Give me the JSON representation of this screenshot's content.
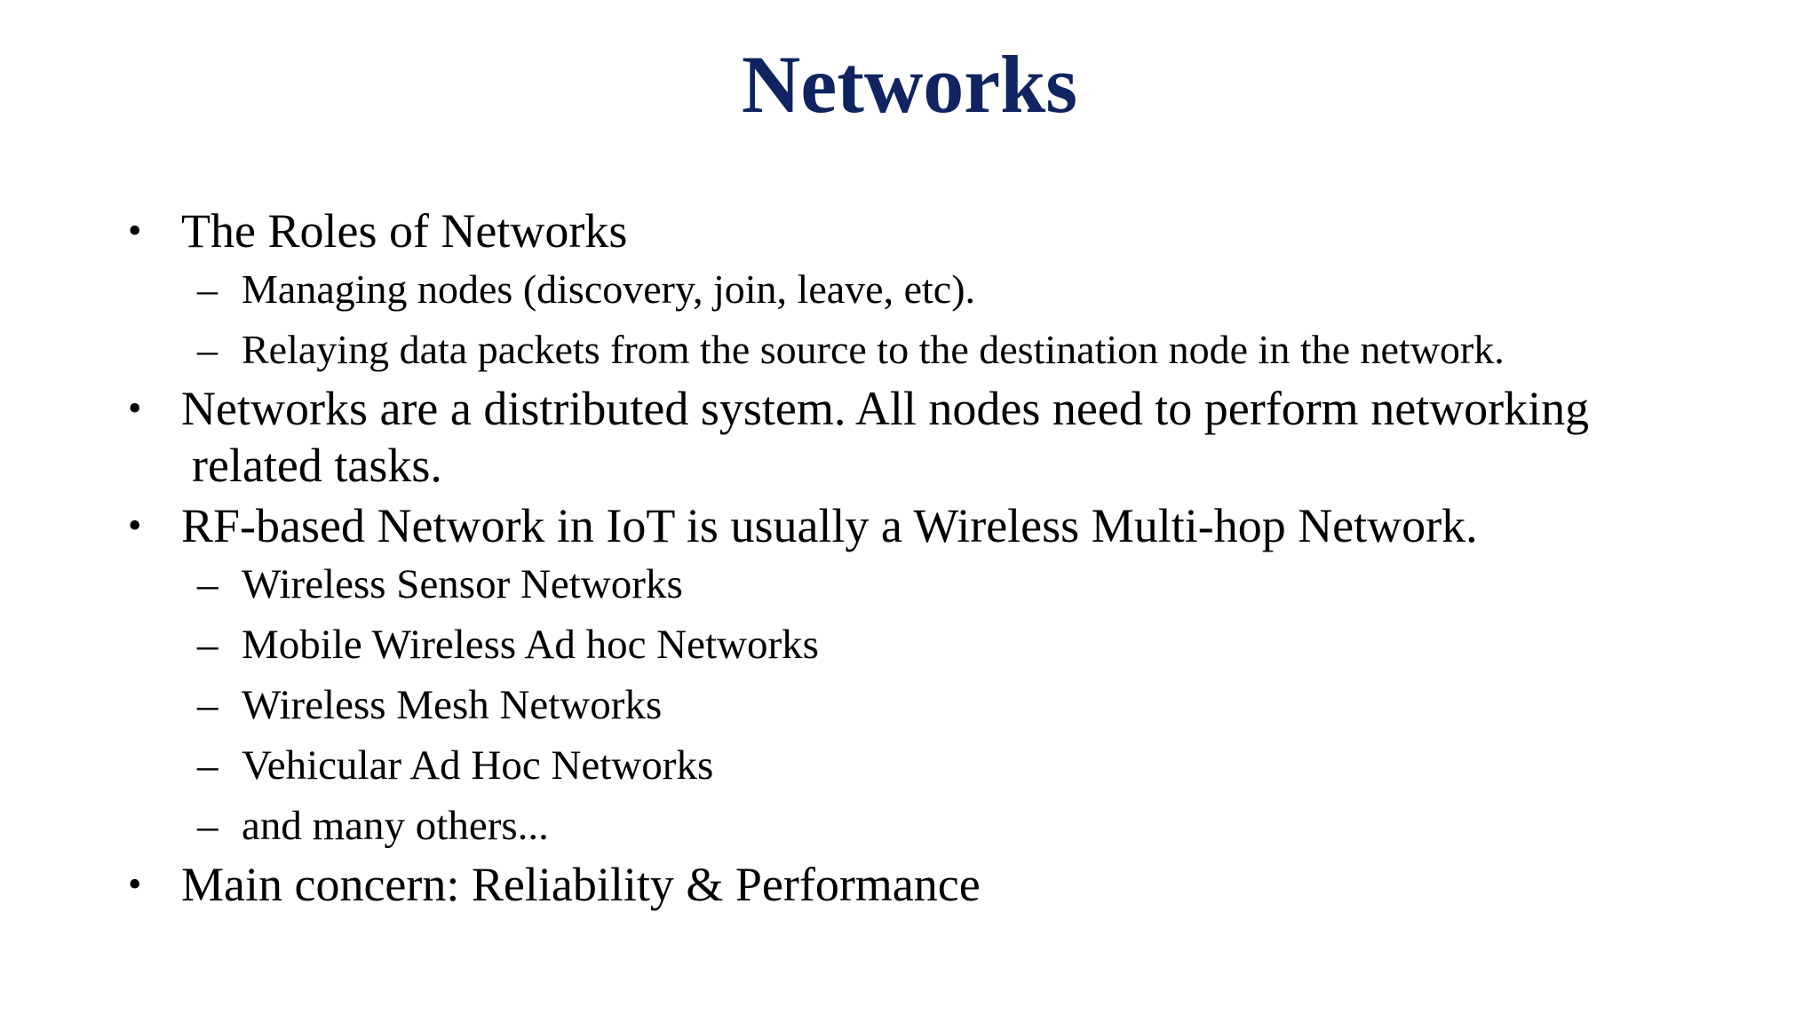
{
  "slide": {
    "title": "Networks",
    "bullet_glyph": "•",
    "dash_glyph": "–",
    "items": [
      {
        "text": "The Roles of Networks",
        "subitems": [
          "Managing nodes (discovery, join, leave, etc).",
          "Relaying data packets from the source to the destination node in the network."
        ]
      },
      {
        "text_line1": "Networks are a distributed system. All nodes need to perform networking",
        "text_line2": "related tasks."
      },
      {
        "text": "RF-based Network in IoT is usually a Wireless Multi-hop Network.",
        "subitems": [
          "Wireless Sensor Networks",
          "Mobile Wireless Ad hoc Networks",
          "Wireless Mesh Networks",
          "Vehicular Ad Hoc Networks",
          "and many others..."
        ]
      },
      {
        "text": "Main concern: Reliability & Performance"
      }
    ]
  },
  "colors": {
    "title": "#0f2460",
    "text": "#000000",
    "background": "#ffffff"
  }
}
